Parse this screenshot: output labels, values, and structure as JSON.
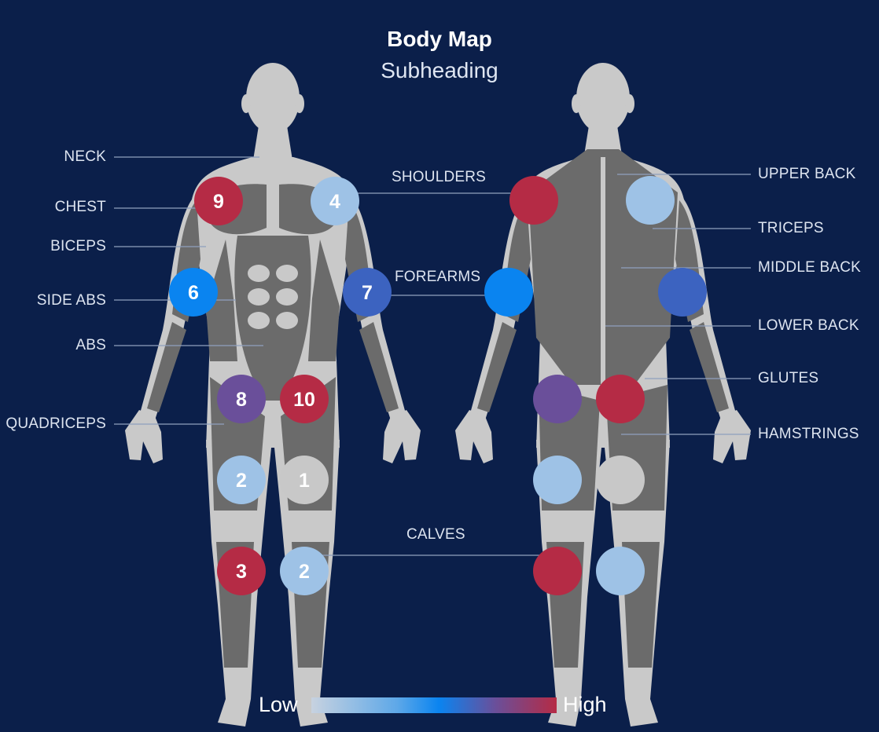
{
  "header": {
    "title": "Body Map",
    "subtitle": "Subheading"
  },
  "colors": {
    "background": "#0b1f4a",
    "body_silhouette": "#c9c9c9",
    "muscle": "#6b6b6b",
    "level_1": "#c8c8c8",
    "level_2": "#9ec2e6",
    "level_4": "#9ec2e6",
    "level_6": "#0a84f0",
    "level_7": "#3c63c0",
    "level_8": "#6a4f9a",
    "level_high": "#b52b45"
  },
  "labels": {
    "neck": "NECK",
    "chest": "CHEST",
    "biceps": "BICEPS",
    "side_abs": "SIDE ABS",
    "abs": "ABS",
    "quadriceps": "QUADRICEPS",
    "shoulders": "SHOULDERS",
    "forearms": "FOREARMS",
    "calves": "CALVES",
    "upper_back": "UPPER BACK",
    "triceps": "TRICEPS",
    "middle_back": "MIDDLE BACK",
    "lower_back": "LOWER BACK",
    "glutes": "GLUTES",
    "hamstrings": "HAMSTRINGS"
  },
  "front_values": {
    "chest": "9",
    "shoulders": "4",
    "side_abs": "6",
    "forearms": "7",
    "quad_left": "8",
    "quad_right": "10",
    "knee_left": "2",
    "knee_right": "1",
    "calf_left": "3",
    "calf_right": "2"
  },
  "legend": {
    "low": "Low",
    "high": "High"
  }
}
